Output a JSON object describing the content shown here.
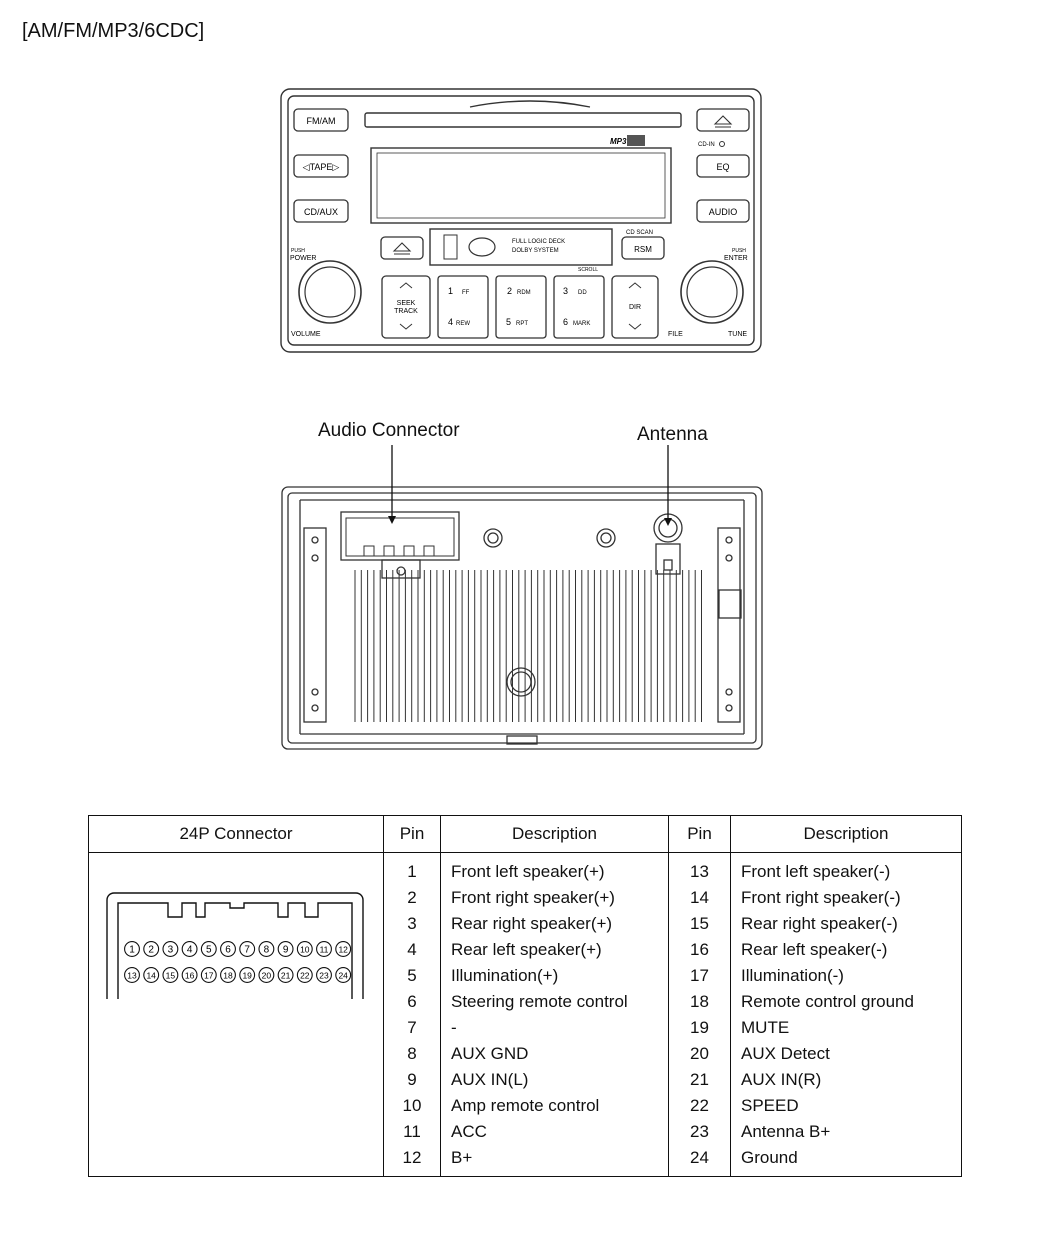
{
  "page": {
    "title": "[AM/FM/MP3/6CDC]"
  },
  "front_panel": {
    "buttons": {
      "fmam": "FM/AM",
      "tape": "◁TAPE▷",
      "cdaux": "CD/AUX",
      "eq": "EQ",
      "audio": "AUDIO",
      "rsm": "RSM",
      "seek_track_1": "SEEK",
      "seek_track_2": "TRACK",
      "dir": "DIR"
    },
    "presets": [
      {
        "num": "1",
        "label": "FF"
      },
      {
        "num": "2",
        "label": "RDM"
      },
      {
        "num": "3",
        "label": "DD"
      },
      {
        "num": "4",
        "label": "REW"
      },
      {
        "num": "5",
        "label": "RPT"
      },
      {
        "num": "6",
        "label": "MARK"
      }
    ],
    "labels": {
      "mp3": "MP3",
      "cd_in": "CD-IN",
      "cd_scan": "CD SCAN",
      "push_left": "PUSH",
      "power": "POWER",
      "volume": "VOLUME",
      "push_right": "PUSH",
      "enter": "ENTER",
      "tune": "TUNE",
      "file": "FILE",
      "scroll": "SCROLL",
      "logo_line1": "FULL LOGIC DECK",
      "logo_line2": "DOLBY SYSTEM"
    }
  },
  "rear_callouts": {
    "audio_connector": "Audio Connector",
    "antenna": "Antenna"
  },
  "connector_table": {
    "headers": {
      "connector": "24P Connector",
      "pin_left": "Pin",
      "desc_left": "Description",
      "pin_right": "Pin",
      "desc_right": "Description"
    },
    "connector_pins_top": [
      "1",
      "2",
      "3",
      "4",
      "5",
      "6",
      "7",
      "8",
      "9",
      "10",
      "11",
      "12"
    ],
    "connector_pins_bottom": [
      "13",
      "14",
      "15",
      "16",
      "17",
      "18",
      "19",
      "20",
      "21",
      "22",
      "23",
      "24"
    ],
    "left_rows": [
      {
        "pin": "1",
        "desc": "Front left speaker(+)"
      },
      {
        "pin": "2",
        "desc": "Front right speaker(+)"
      },
      {
        "pin": "3",
        "desc": "Rear right speaker(+)"
      },
      {
        "pin": "4",
        "desc": "Rear left speaker(+)"
      },
      {
        "pin": "5",
        "desc": "Illumination(+)"
      },
      {
        "pin": "6",
        "desc": "Steering remote control"
      },
      {
        "pin": "7",
        "desc": "-"
      },
      {
        "pin": "8",
        "desc": "AUX GND"
      },
      {
        "pin": "9",
        "desc": "AUX IN(L)"
      },
      {
        "pin": "10",
        "desc": "Amp remote control"
      },
      {
        "pin": "11",
        "desc": "ACC"
      },
      {
        "pin": "12",
        "desc": "B+"
      }
    ],
    "right_rows": [
      {
        "pin": "13",
        "desc": "Front left speaker(-)"
      },
      {
        "pin": "14",
        "desc": "Front right speaker(-)"
      },
      {
        "pin": "15",
        "desc": "Rear right speaker(-)"
      },
      {
        "pin": "16",
        "desc": "Rear left speaker(-)"
      },
      {
        "pin": "17",
        "desc": "Illumination(-)"
      },
      {
        "pin": "18",
        "desc": "Remote control ground"
      },
      {
        "pin": "19",
        "desc": "MUTE"
      },
      {
        "pin": "20",
        "desc": "AUX Detect"
      },
      {
        "pin": "21",
        "desc": "AUX IN(R)"
      },
      {
        "pin": "22",
        "desc": "SPEED"
      },
      {
        "pin": "23",
        "desc": "Antenna B+"
      },
      {
        "pin": "24",
        "desc": "Ground"
      }
    ]
  }
}
